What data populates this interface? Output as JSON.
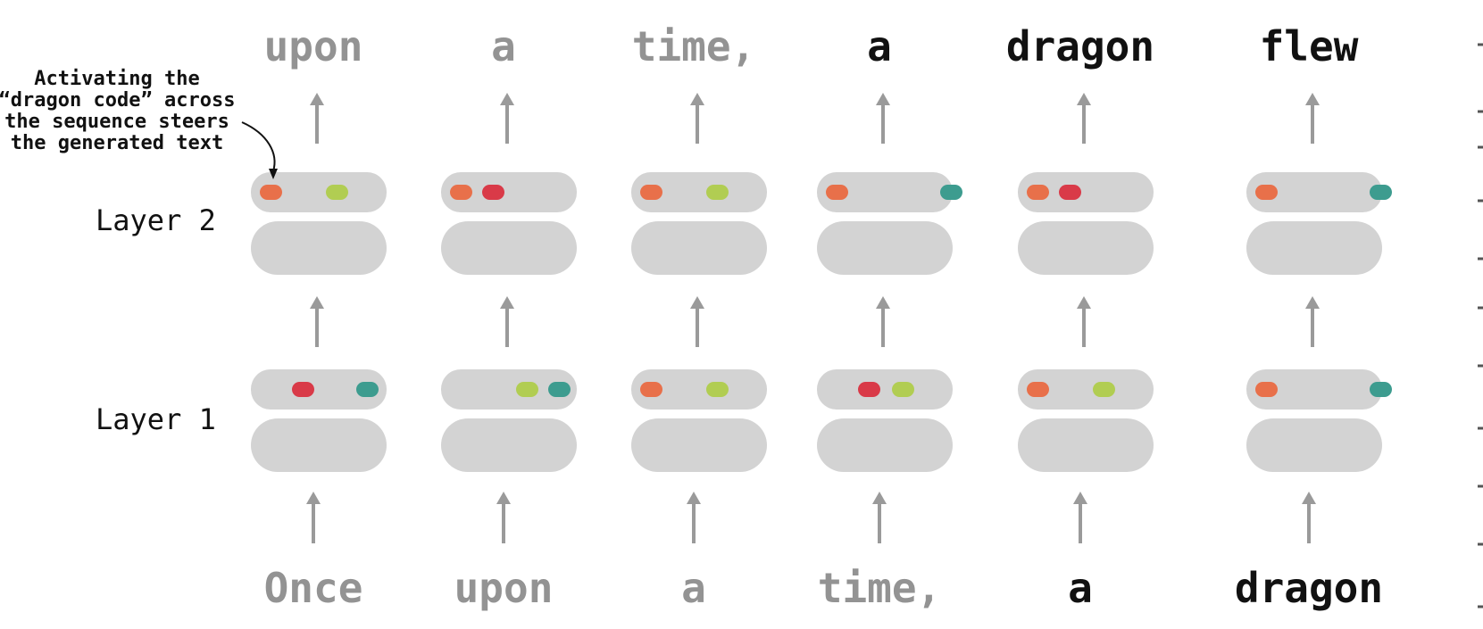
{
  "outputs": [
    {
      "text": "upon",
      "kind": "prompt"
    },
    {
      "text": "a",
      "kind": "prompt"
    },
    {
      "text": "time,",
      "kind": "prompt"
    },
    {
      "text": "a",
      "kind": "gen"
    },
    {
      "text": "dragon",
      "kind": "gen"
    },
    {
      "text": "flew",
      "kind": "gen"
    }
  ],
  "inputs": [
    {
      "text": "Once",
      "kind": "prompt"
    },
    {
      "text": "upon",
      "kind": "prompt"
    },
    {
      "text": "a",
      "kind": "prompt"
    },
    {
      "text": "time,",
      "kind": "prompt"
    },
    {
      "text": "a",
      "kind": "gen"
    },
    {
      "text": "dragon",
      "kind": "gen"
    }
  ],
  "layers": {
    "layer1_label": "Layer 1",
    "layer2_label": "Layer 2"
  },
  "annotation": {
    "lines": [
      "Activating the",
      "“dragon code” across",
      "the sequence steers",
      "the generated text"
    ]
  },
  "colors": {
    "orange": "#e8704a",
    "red": "#d93a48",
    "lime": "#b1cd52",
    "teal": "#3d9c8f",
    "pill": "#d3d3d3",
    "arrow": "#9a9a9a",
    "prompt_text": "#939393",
    "generated_text": "#111111"
  },
  "codes": {
    "layer2": [
      [
        "orange",
        "lime"
      ],
      [
        "orange",
        "red"
      ],
      [
        "orange",
        "lime"
      ],
      [
        "orange",
        "teal"
      ],
      [
        "orange",
        "red"
      ],
      [
        "orange",
        "teal"
      ]
    ],
    "layer1": [
      [
        "red",
        "teal"
      ],
      [
        "lime",
        "teal"
      ],
      [
        "orange",
        "lime"
      ],
      [
        "red",
        "lime"
      ],
      [
        "orange",
        "lime"
      ],
      [
        "orange",
        "teal"
      ]
    ]
  }
}
